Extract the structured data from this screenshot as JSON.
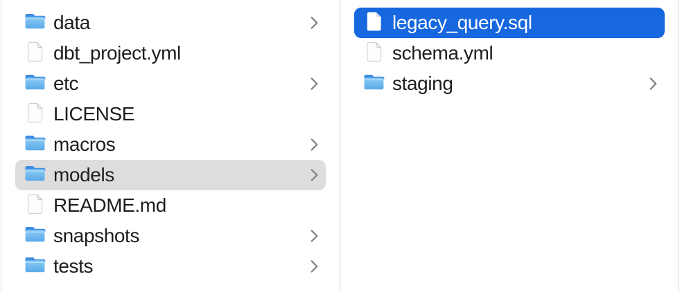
{
  "view": {
    "name": "finder-column-view"
  },
  "colors": {
    "selection_active_blue": "#1767df",
    "selection_inactive_gray": "#dddddd",
    "column_divider": "#d6d6d6",
    "text": "#1d1d1f",
    "text_on_selection": "#ffffff",
    "chevron_gray": "#7d7d7d",
    "folder_blue_tab": "#3c8ce2",
    "folder_blue_body_top": "#8ccaf4",
    "folder_blue_body_bottom": "#5aa9e8"
  },
  "columns": [
    {
      "name": "parent-column",
      "items": [
        {
          "label": "data",
          "type": "folder",
          "chevron": true,
          "selected": false,
          "selection": "none"
        },
        {
          "label": "dbt_project.yml",
          "type": "file",
          "chevron": false,
          "selected": false,
          "selection": "none"
        },
        {
          "label": "etc",
          "type": "folder",
          "chevron": true,
          "selected": false,
          "selection": "none"
        },
        {
          "label": "LICENSE",
          "type": "file",
          "chevron": false,
          "selected": false,
          "selection": "none"
        },
        {
          "label": "macros",
          "type": "folder",
          "chevron": true,
          "selected": false,
          "selection": "none"
        },
        {
          "label": "models",
          "type": "folder",
          "chevron": true,
          "selected": true,
          "selection": "inactive"
        },
        {
          "label": "README.md",
          "type": "file",
          "chevron": false,
          "selected": false,
          "selection": "none"
        },
        {
          "label": "snapshots",
          "type": "folder",
          "chevron": true,
          "selected": false,
          "selection": "none"
        },
        {
          "label": "tests",
          "type": "folder",
          "chevron": true,
          "selected": false,
          "selection": "none"
        }
      ]
    },
    {
      "name": "child-column",
      "items": [
        {
          "label": "legacy_query.sql",
          "type": "file",
          "chevron": false,
          "selected": true,
          "selection": "active"
        },
        {
          "label": "schema.yml",
          "type": "file",
          "chevron": false,
          "selected": false,
          "selection": "none"
        },
        {
          "label": "staging",
          "type": "folder",
          "chevron": true,
          "selected": false,
          "selection": "none"
        }
      ]
    }
  ]
}
